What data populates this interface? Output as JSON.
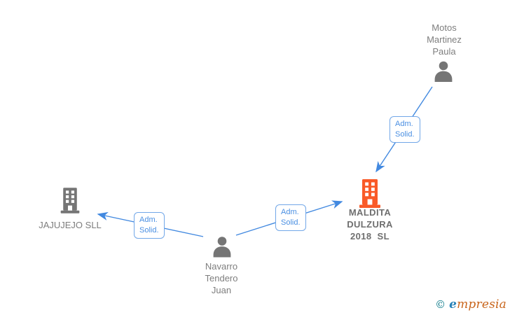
{
  "diagram": {
    "nodes": {
      "motos_martinez_paula": {
        "type": "person",
        "label_lines": [
          "Motos",
          "Martinez",
          "Paula"
        ]
      },
      "maldita_dulzura_2018_sl": {
        "type": "company",
        "highlighted": true,
        "label_lines": [
          "MALDITA",
          "DULZURA",
          "2018  SL"
        ]
      },
      "jajujejo_sll": {
        "type": "company",
        "highlighted": false,
        "label_lines": [
          "JAJUJEJO SLL"
        ]
      },
      "navarro_tendero_juan": {
        "type": "person",
        "label_lines": [
          "Navarro",
          "Tendero",
          "Juan"
        ]
      }
    },
    "edges": [
      {
        "from": "motos_martinez_paula",
        "to": "maldita_dulzura_2018_sl",
        "label_lines": [
          "Adm.",
          "Solid."
        ]
      },
      {
        "from": "navarro_tendero_juan",
        "to": "jajujejo_sll",
        "label_lines": [
          "Adm.",
          "Solid."
        ]
      },
      {
        "from": "navarro_tendero_juan",
        "to": "maldita_dulzura_2018_sl",
        "label_lines": [
          "Adm.",
          "Solid."
        ]
      }
    ]
  },
  "footer": {
    "copyright_symbol": "©",
    "brand_first_letter": "e",
    "brand_rest": "mpresia"
  },
  "colors": {
    "edge_blue": "#4289e0",
    "edge_label_blue": "#4a8fe2",
    "edge_label_border": "#72a7e8",
    "node_gray": "#757575",
    "label_gray": "#7e7e7e",
    "highlight_orange": "#f95a28",
    "footer_teal": "#0d7a8a",
    "footer_blue": "#2581b8",
    "footer_orange": "#c9661d",
    "background": "#ffffff"
  }
}
